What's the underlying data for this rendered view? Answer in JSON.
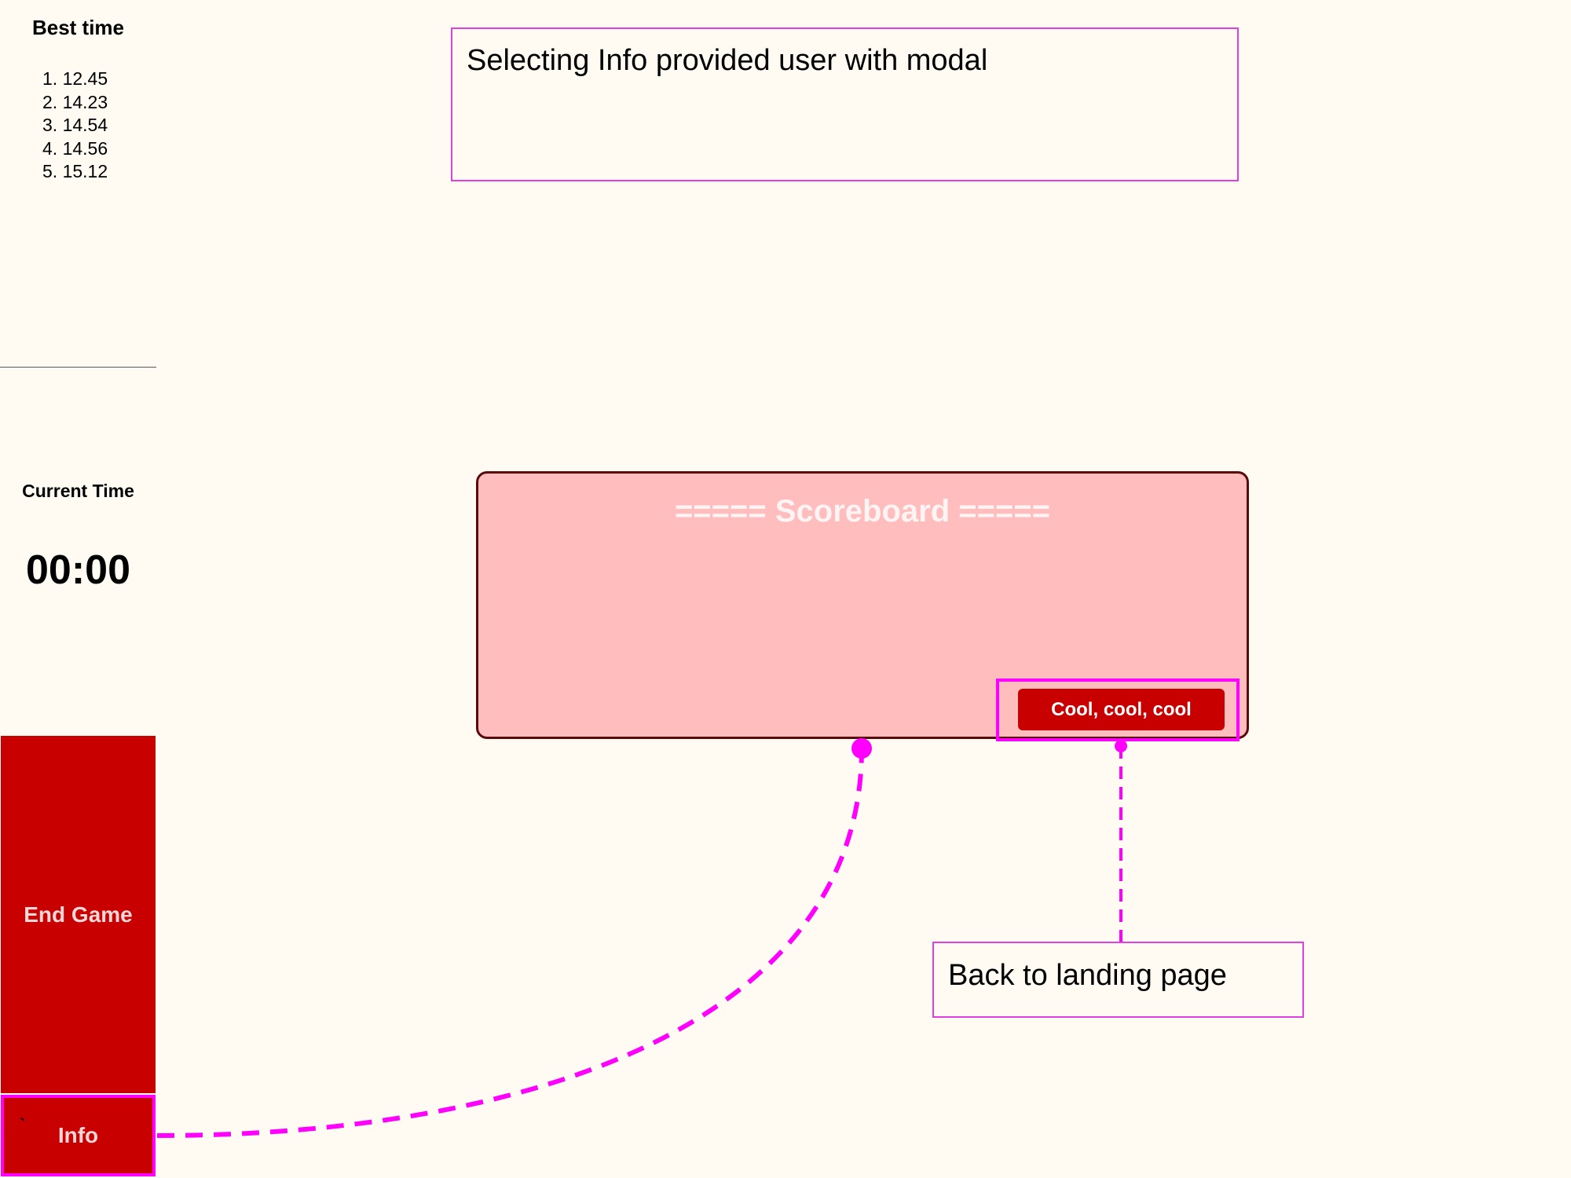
{
  "sidebar": {
    "best_time_title": "Best time",
    "best_times": [
      "1. 12.45",
      "2. 14.23",
      "3. 14.54",
      "4. 14.56",
      "5. 15.12"
    ],
    "current_time_title": "Current Time",
    "current_time": "00:00",
    "end_game_label": "End Game",
    "info_label": "Info",
    "info_stray_mark": "`"
  },
  "notes": {
    "top": "Selecting Info provided user with modal",
    "back": "Back to landing page"
  },
  "modal": {
    "title": "===== Scoreboard =====",
    "button_label": "Cool, cool, cool"
  },
  "colors": {
    "background": "#fffbf3",
    "button_red": "#c80000",
    "modal_fill": "#ffbdbe",
    "annotation_magenta": "#ff00ff"
  }
}
